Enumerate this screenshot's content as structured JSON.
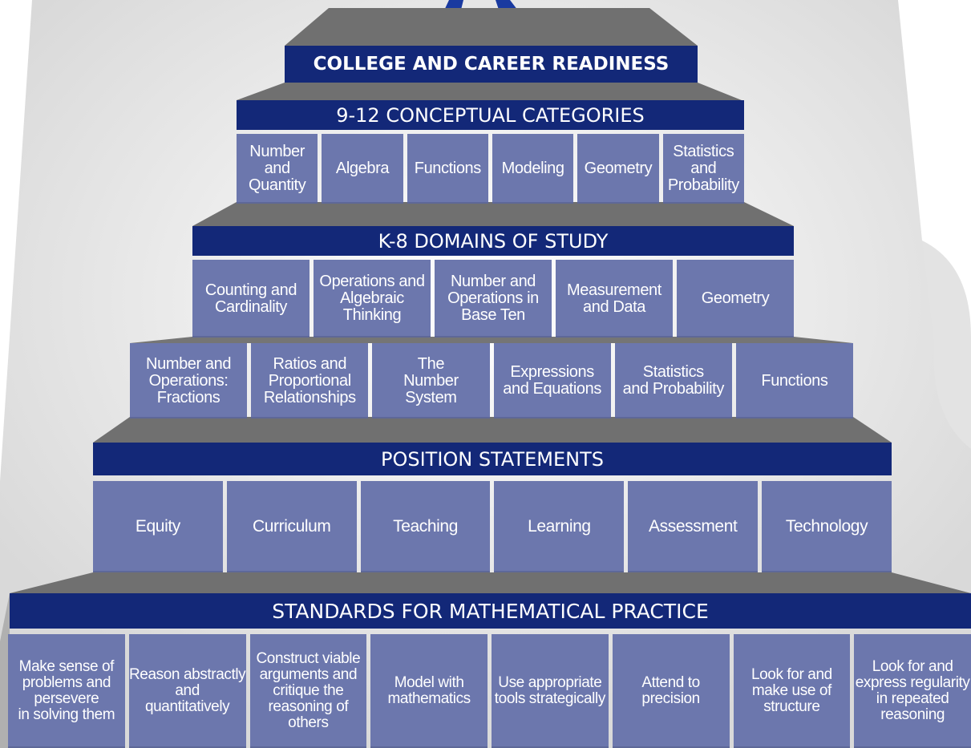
{
  "pyramid": {
    "top": {
      "title": "COLLEGE AND CAREER READINESS"
    },
    "conceptual": {
      "title": "9-12 CONCEPTUAL CATEGORIES",
      "items": [
        "Number and\nQuantity",
        "Algebra",
        "Functions",
        "Modeling",
        "Geometry",
        "Statistics and\nProbability"
      ]
    },
    "k8": {
      "title": "K-8 DOMAINS OF STUDY",
      "row1": [
        "Counting and\nCardinality",
        "Operations and\nAlgebraic Thinking",
        "Number and\nOperations in\nBase Ten",
        "Measurement\nand Data",
        "Geometry"
      ],
      "row2": [
        "Number and\nOperations:\nFractions",
        "Ratios and\nProportional\nRelationships",
        "The\nNumber\nSystem",
        "Expressions\nand Equations",
        "Statistics\nand Probability",
        "Functions"
      ]
    },
    "positions": {
      "title": "POSITION STATEMENTS",
      "items": [
        "Equity",
        "Curriculum",
        "Teaching",
        "Learning",
        "Assessment",
        "Technology"
      ]
    },
    "practices": {
      "title": "STANDARDS FOR MATHEMATICAL PRACTICE",
      "items": [
        "Make sense of\nproblems and\npersevere\nin solving them",
        "Reason abstractly\nand\nquantitatively",
        "Construct viable\narguments and\ncritique the\nreasoning of others",
        "Model with\nmathematics",
        "Use appropriate\ntools strategically",
        "Attend to\nprecision",
        "Look for and\nmake use of\nstructure",
        "Look for and\nexpress regularity\nin repeated\nreasoning"
      ]
    }
  },
  "colors": {
    "banner": "#132878",
    "block": "#6c77ad",
    "step_top": "#707070",
    "step_shadow": "#c8c8c8",
    "figure": "#1a3aa0"
  }
}
